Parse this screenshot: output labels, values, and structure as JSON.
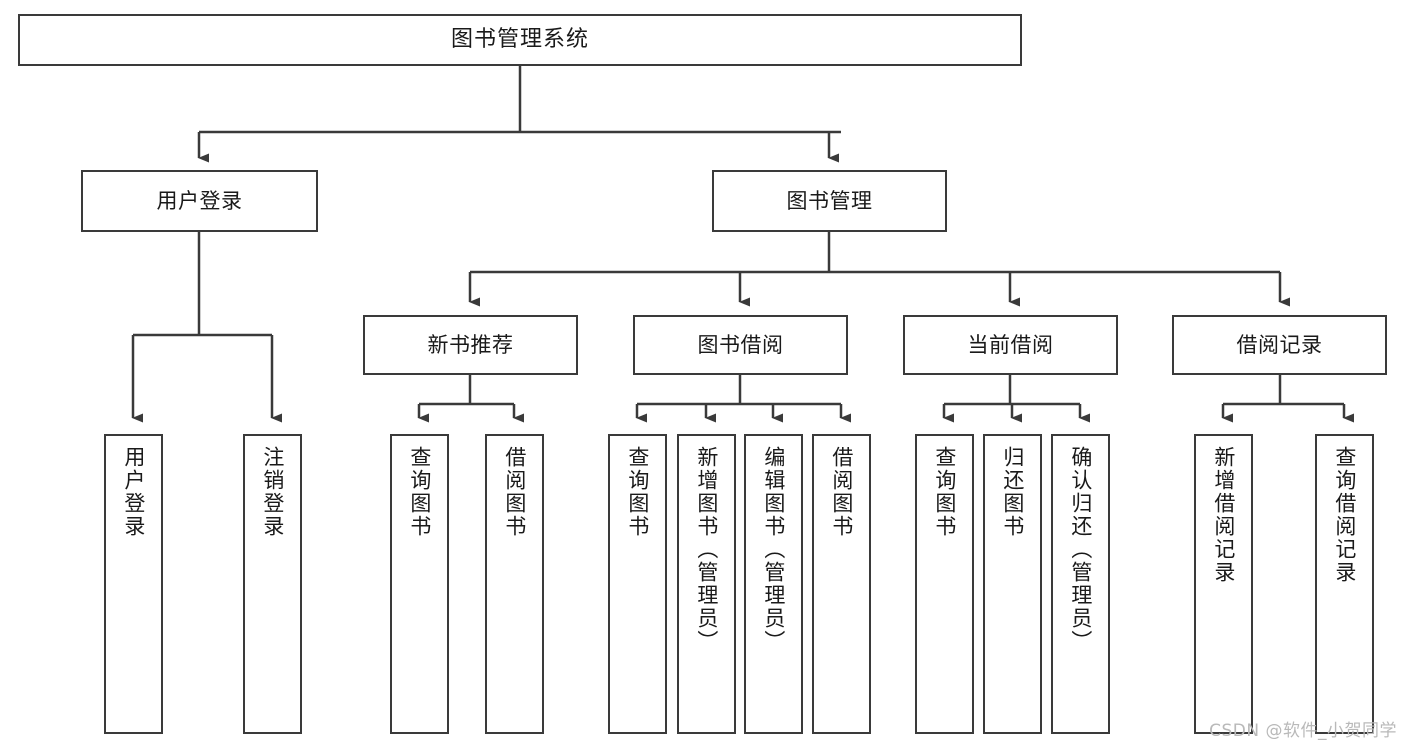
{
  "diagram": {
    "type": "tree-hierarchy-chart",
    "title": "图书管理系统",
    "watermark": "CSDN @软件_小贺同学",
    "colors": {
      "box_border": "#3a3a3a",
      "box_fill": "#ffffff",
      "connector": "#3a3a3a",
      "text": "#1a1a1a",
      "watermark": "#b9b9b9"
    },
    "root": {
      "label": "图书管理系统"
    },
    "level2": [
      {
        "label": "用户登录"
      },
      {
        "label": "图书管理"
      }
    ],
    "level3": [
      {
        "label": "新书推荐"
      },
      {
        "label": "图书借阅"
      },
      {
        "label": "当前借阅"
      },
      {
        "label": "借阅记录"
      }
    ],
    "leaves": [
      {
        "label": "用户登录",
        "parent": "用户登录"
      },
      {
        "label": "注销登录",
        "parent": "用户登录"
      },
      {
        "label": "查询图书",
        "parent": "新书推荐"
      },
      {
        "label": "借阅图书",
        "parent": "新书推荐"
      },
      {
        "label": "查询图书",
        "parent": "图书借阅"
      },
      {
        "label": "新增图书（管理员）",
        "parent": "图书借阅"
      },
      {
        "label": "编辑图书（管理员）",
        "parent": "图书借阅"
      },
      {
        "label": "借阅图书",
        "parent": "图书借阅"
      },
      {
        "label": "查询图书",
        "parent": "当前借阅"
      },
      {
        "label": "归还图书",
        "parent": "当前借阅"
      },
      {
        "label": "确认归还（管理员）",
        "parent": "当前借阅"
      },
      {
        "label": "新增借阅记录",
        "parent": "借阅记录"
      },
      {
        "label": "查询借阅记录",
        "parent": "借阅记录"
      }
    ]
  }
}
